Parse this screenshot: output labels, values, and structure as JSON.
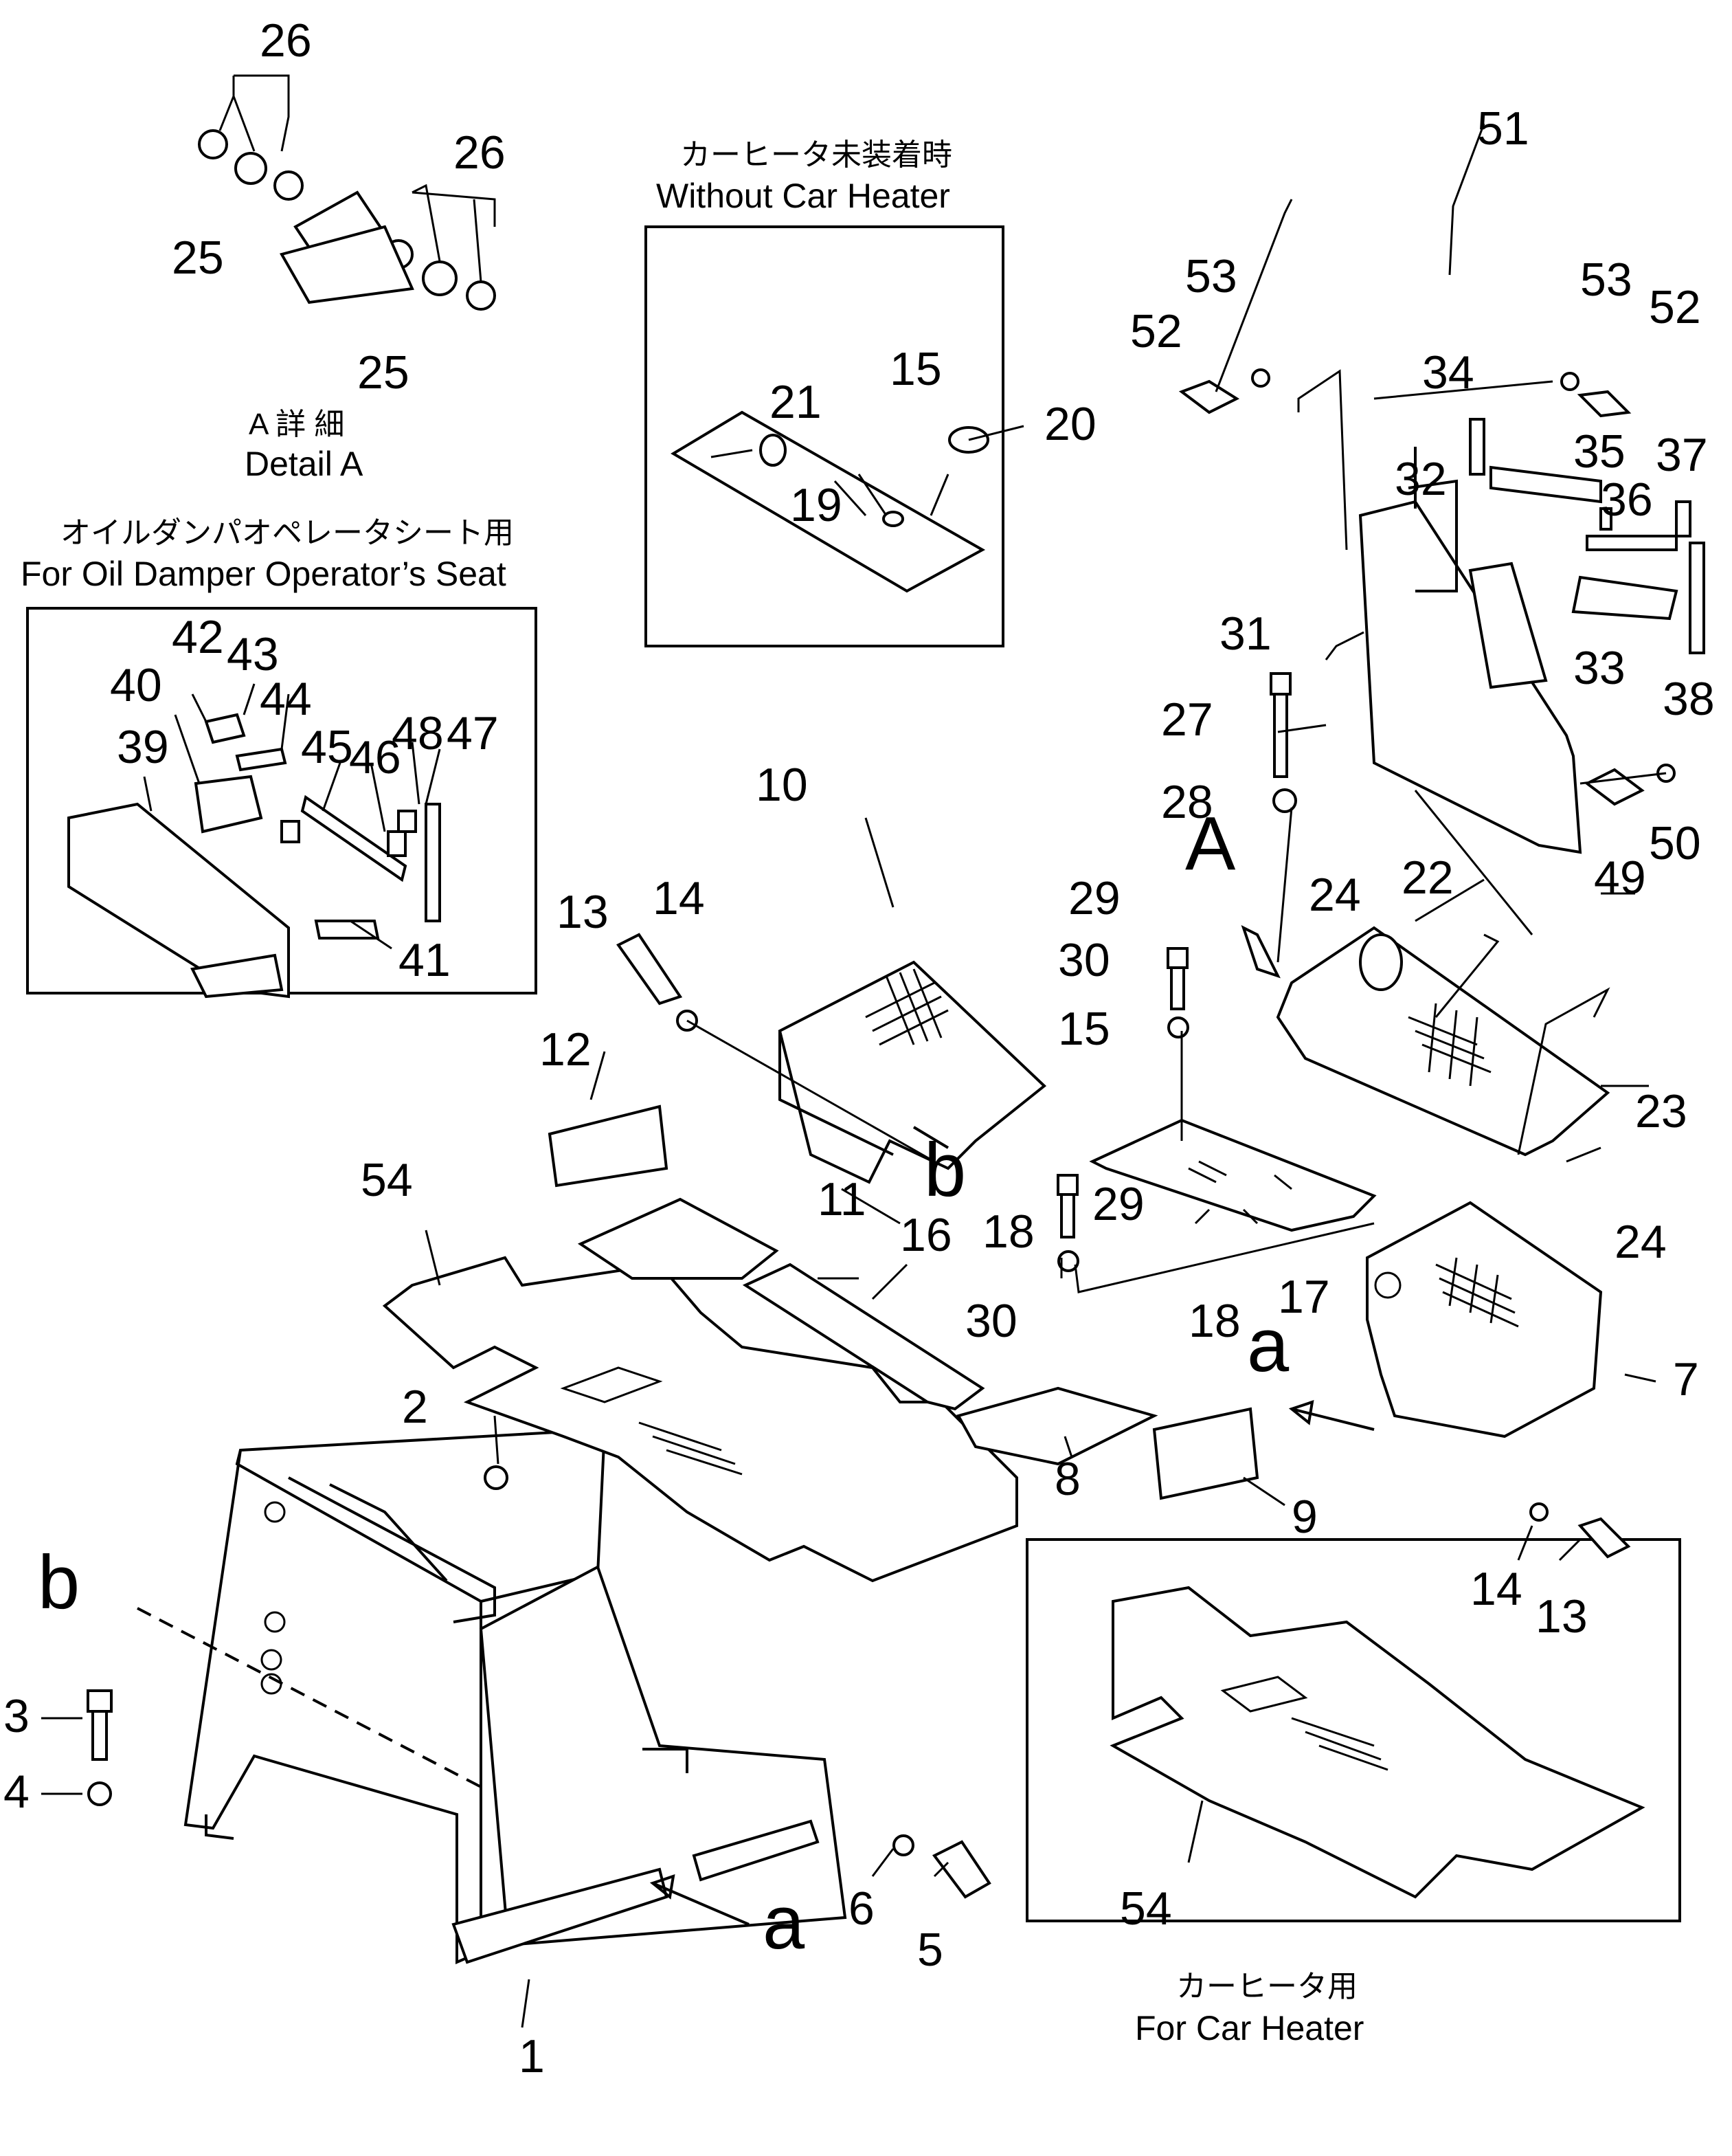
{
  "diagram": {
    "callouts": [
      "1",
      "2",
      "3",
      "4",
      "5",
      "6",
      "7",
      "8",
      "9",
      "10",
      "11",
      "12",
      "13",
      "14",
      "15",
      "16",
      "17",
      "18",
      "19",
      "20",
      "21",
      "22",
      "23",
      "24",
      "25",
      "26",
      "27",
      "28",
      "29",
      "30",
      "31",
      "32",
      "33",
      "34",
      "35",
      "36",
      "37",
      "38",
      "39",
      "40",
      "41",
      "42",
      "43",
      "44",
      "45",
      "46",
      "47",
      "48",
      "49",
      "50",
      "51",
      "52",
      "53",
      "54"
    ],
    "view_letters": {
      "big_a": "A",
      "small_a": "a",
      "small_b": "b"
    },
    "detail_a": {
      "jp": "A 詳 細",
      "en": "Detail A"
    },
    "without_heater": {
      "jp": "カーヒータ未装着時",
      "en": "Without Car Heater"
    },
    "oil_damper": {
      "jp": "オイルダンパオペレータシート用",
      "en": "For Oil Damper Operator’s Seat"
    },
    "car_heater": {
      "jp": "カーヒータ用",
      "en": "For Car Heater"
    }
  }
}
